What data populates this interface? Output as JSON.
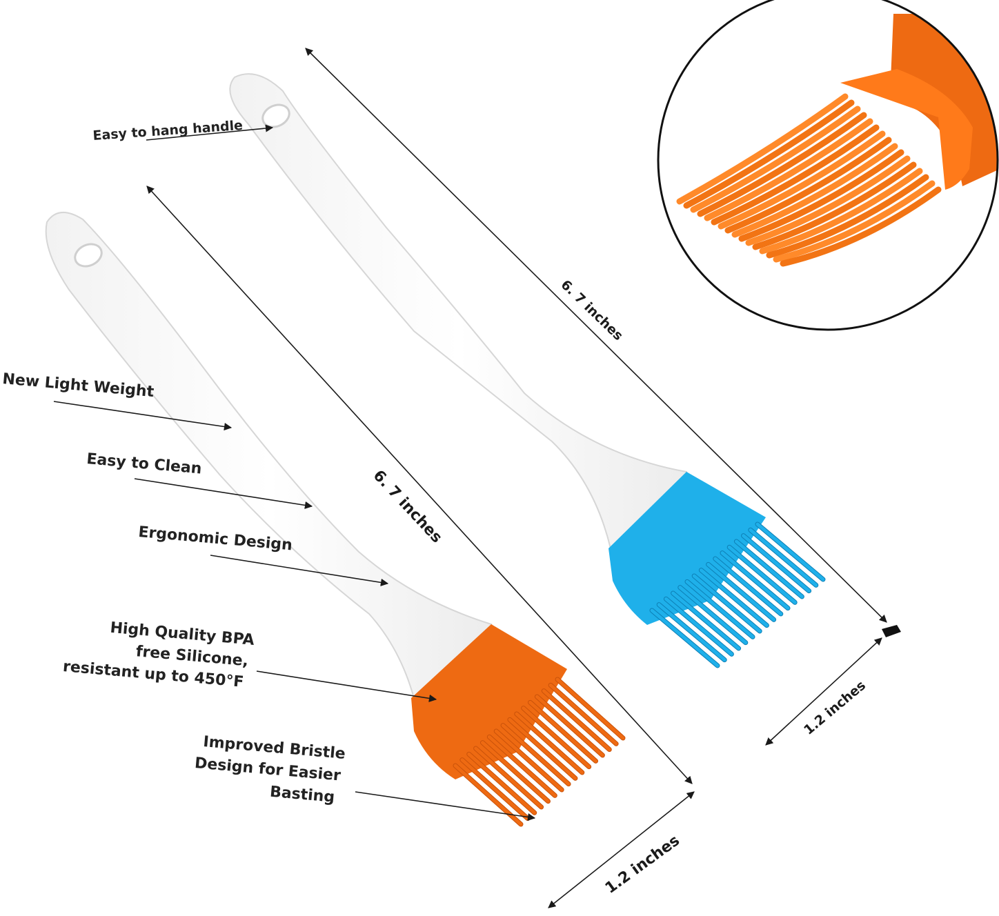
{
  "labels": {
    "hang_handle": "Easy to hang handle",
    "light_weight": "New Light Weight",
    "easy_clean": "Easy to Clean",
    "ergonomic": "Ergonomic Design",
    "silicone_line1": "High Quality BPA",
    "silicone_line2": "free Silicone,",
    "silicone_line3": "resistant up to 450°F",
    "bristle_line1": "Improved Bristle",
    "bristle_line2": "Design for Easier",
    "bristle_line3": "Basting"
  },
  "dimensions": {
    "length_left": "6. 7 inches",
    "length_right": "6. 7 inches",
    "width_left": "1.2 inches",
    "width_right": "1.2 inches"
  },
  "colors": {
    "orange": "#ee6a12",
    "orange_dark": "#c9520a",
    "blue": "#1fb0ea",
    "blue_dark": "#0d7fb5",
    "handle": "#ffffff",
    "handle_edge": "#d9d9d9",
    "ink": "#1a1a1a"
  }
}
